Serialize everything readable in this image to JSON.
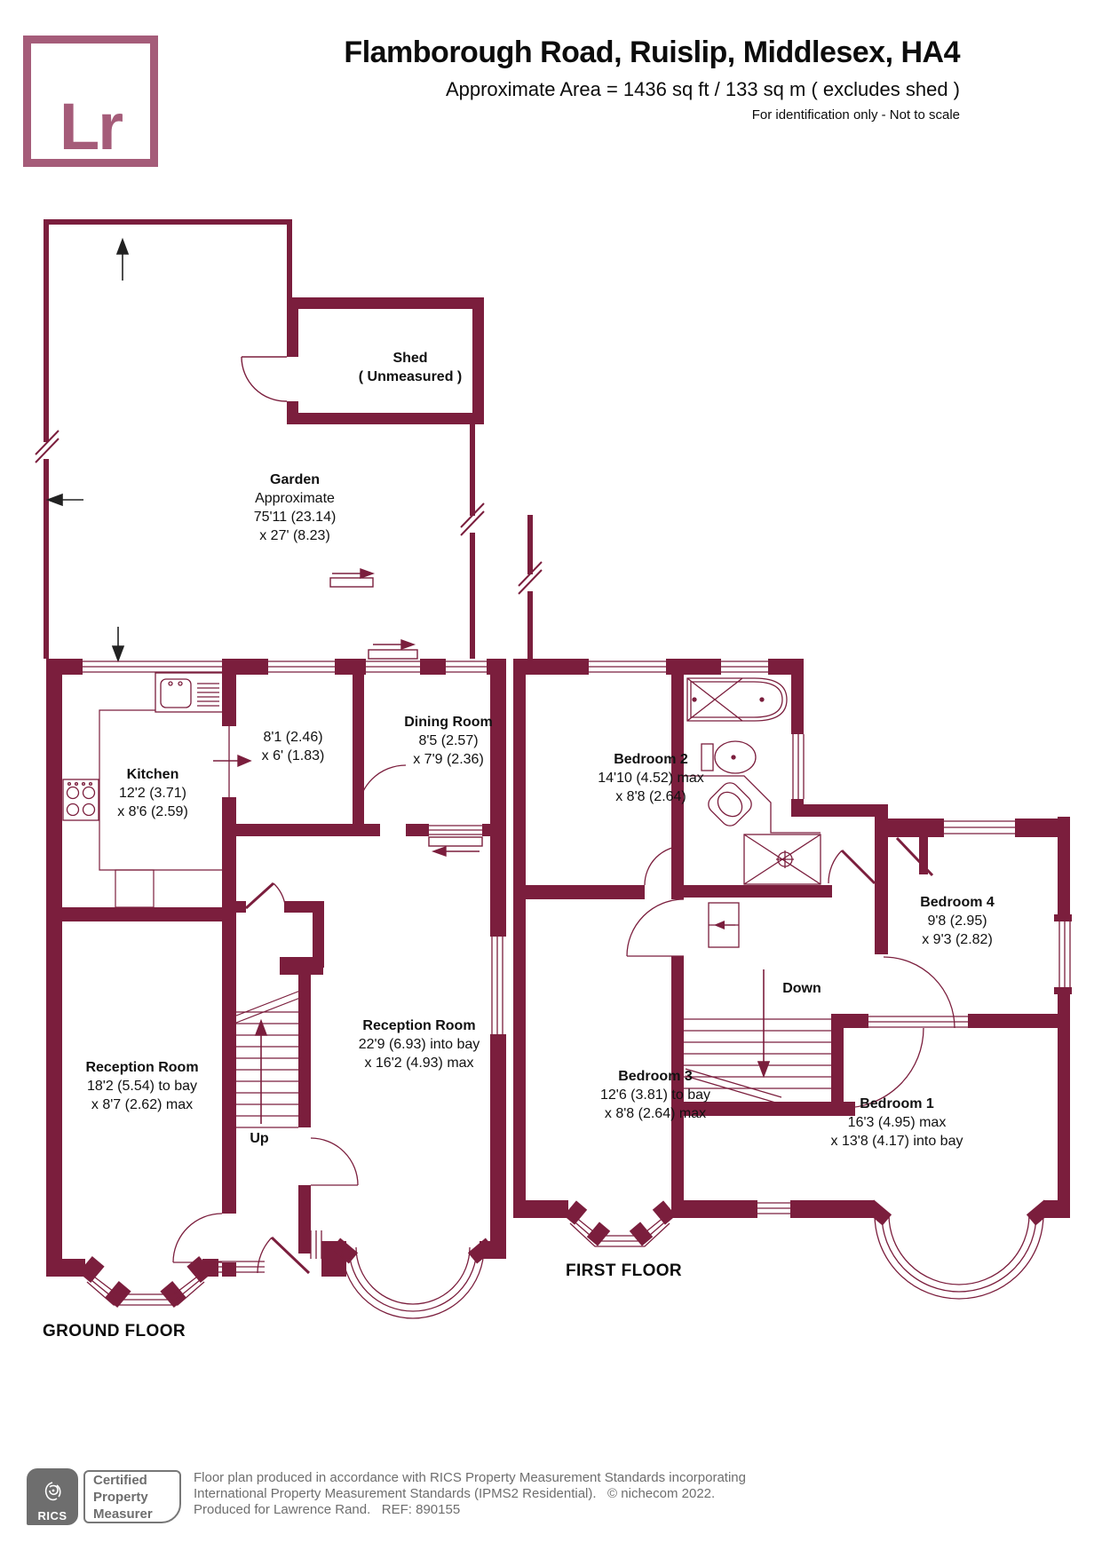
{
  "header": {
    "logo_text": "Lr",
    "title": "Flamborough Road, Ruislip, Middlesex, HA4",
    "subtitle": "Approximate Area = 1436 sq ft / 133 sq m ( excludes shed )",
    "note": "For identification only - Not to scale"
  },
  "plan": {
    "ground": {
      "floor_label": "GROUND FLOOR",
      "garden_name": "Garden",
      "garden_l1": "Approximate",
      "garden_l2": "75'11 (23.14)",
      "garden_l3": "x 27' (8.23)",
      "shed_name": "Shed",
      "shed_l1": "( Unmeasured )",
      "kitchen_name": "Kitchen",
      "kitchen_l1": "12'2 (3.71)",
      "kitchen_l2": "x 8'6 (2.59)",
      "hall_l1": "8'1 (2.46)",
      "hall_l2": "x 6' (1.83)",
      "dining_name": "Dining Room",
      "dining_l1": "8'5 (2.57)",
      "dining_l2": "x 7'9 (2.36)",
      "reception_front_name": "Reception Room",
      "reception_front_l1": "18'2 (5.54) to bay",
      "reception_front_l2": "x 8'7 (2.62) max",
      "reception_rear_name": "Reception Room",
      "reception_rear_l1": "22'9 (6.93) into bay",
      "reception_rear_l2": "x 16'2 (4.93) max",
      "up_label": "Up"
    },
    "first": {
      "floor_label": "FIRST FLOOR",
      "bedroom1_name": "Bedroom 1",
      "bedroom1_l1": "16'3 (4.95) max",
      "bedroom1_l2": "x 13'8 (4.17) into bay",
      "bedroom2_name": "Bedroom 2",
      "bedroom2_l1": "14'10 (4.52) max",
      "bedroom2_l2": "x 8'8 (2.64)",
      "bedroom3_name": "Bedroom 3",
      "bedroom3_l1": "12'6 (3.81) to bay",
      "bedroom3_l2": "x 8'8 (2.64) max",
      "bedroom4_name": "Bedroom 4",
      "bedroom4_l1": "9'8 (2.95)",
      "bedroom4_l2": "x 9'3 (2.82)",
      "down_label": "Down"
    }
  },
  "footer": {
    "rics_label": "RICS",
    "badge_line1": "Certified",
    "badge_line2": "Property",
    "badge_line3": "Measurer",
    "line1": "Floor plan produced in accordance with RICS Property Measurement Standards incorporating",
    "line2": "International Property Measurement Standards (IPMS2 Residential).   © nichecom 2022.",
    "line3": "Produced for Lawrence Rand.   REF: 890155"
  },
  "colors": {
    "wall": "#7B1E3D",
    "logo_accent": "#A55C79",
    "footer_gray": "#6E6E6E"
  }
}
